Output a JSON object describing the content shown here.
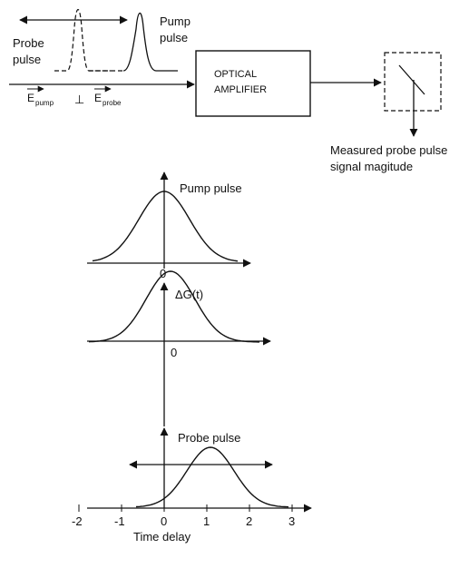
{
  "setup": {
    "probe_pulse_label_line1": "Probe",
    "probe_pulse_label_line2": "pulse",
    "pump_pulse_label_line1": "Pump",
    "pump_pulse_label_line2": "pulse",
    "amplifier_label_line1": "OPTICAL",
    "amplifier_label_line2": "AMPLIFIER",
    "field_pump_symbol": "E",
    "field_pump_subscript": "pump",
    "perpendicular_symbol": "⊥",
    "field_probe_symbol": "E",
    "field_probe_subscript": "probe",
    "measured_label_line1": "Measured probe pulse",
    "measured_label_line2": "signal magitude"
  },
  "plots": {
    "pump_pulse_title": "Pump pulse",
    "pump_zero_label": "0",
    "gain_axis_label": "ΔG(t)",
    "gain_zero_label": "0",
    "probe_pulse_title": "Probe pulse",
    "x_axis_label": "Time delay",
    "x_ticks": [
      "-2",
      "-1",
      "0",
      "1",
      "2",
      "3"
    ]
  }
}
